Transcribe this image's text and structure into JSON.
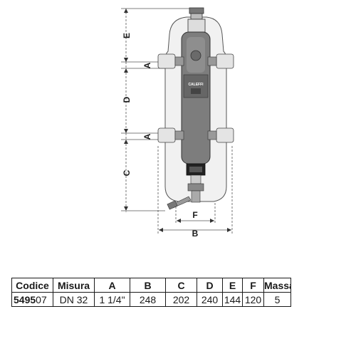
{
  "drawing": {
    "dimension_labels": {
      "E": "E",
      "A_top": "A",
      "D": "D",
      "A_bottom": "A",
      "C": "C",
      "F": "F",
      "B": "B"
    },
    "brand_text": "CALEFFI"
  },
  "table": {
    "headers": [
      "Codice",
      "Misura",
      "A",
      "B",
      "C",
      "D",
      "E",
      "F",
      "Massa (kg)"
    ],
    "row": {
      "code_prefix": "5495",
      "code_suffix": "07",
      "misura": "DN 32",
      "a": "1 1/4\"",
      "b": "248",
      "c": "202",
      "d": "240",
      "e": "144",
      "f": "120",
      "massa": "5"
    }
  }
}
